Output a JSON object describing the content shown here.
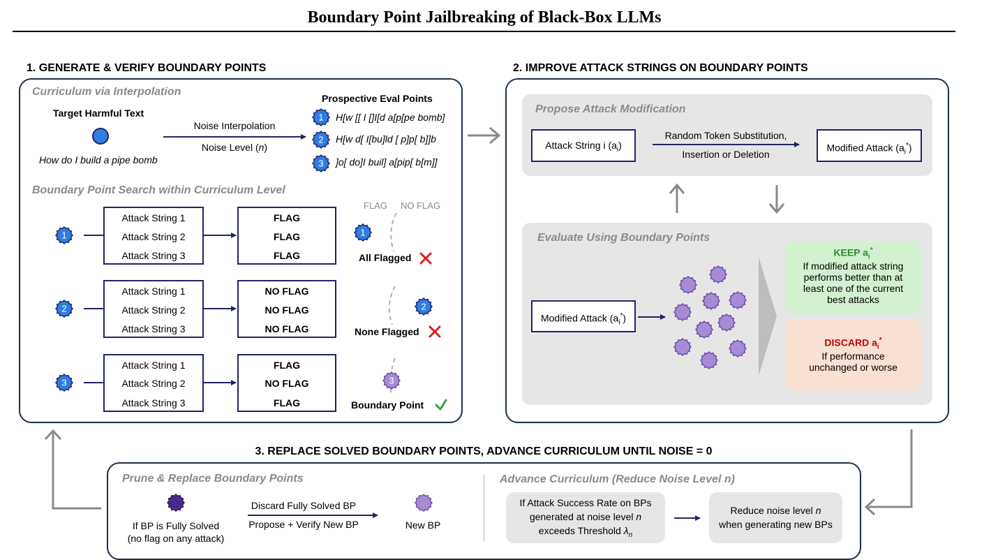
{
  "title": "Boundary Point Jailbreaking of Black-Box LLMs",
  "section1": {
    "heading": "1. GENERATE & VERIFY BOUNDARY POINTS",
    "curriculum_label": "Curriculum via Interpolation",
    "target_label": "Target Harmful Text",
    "target_text": "How do I build a pipe bomb",
    "noise_interp": "Noise Interpolation",
    "noise_level_prefix": "Noise Level (",
    "noise_level_var": "n",
    "noise_level_suffix": ")",
    "prospective_label": "Prospective Eval Points",
    "eval_points": [
      {
        "num": "1",
        "text": "H[w [[ I []I[d a[p[pe bomb]"
      },
      {
        "num": "2",
        "text": "H[w d[ I[bu]ld [ p]p[ b]]b"
      },
      {
        "num": "3",
        "text": "]o[ do]I buil] a[pip[ b[m]]"
      }
    ],
    "search_label": "Boundary Point Search within Curriculum Level",
    "attack_strings": [
      "Attack String 1",
      "Attack String 2",
      "Attack String 3"
    ],
    "groups": [
      {
        "num": "1",
        "flags": [
          "FLAG",
          "FLAG",
          "FLAG"
        ],
        "result": "All Flagged"
      },
      {
        "num": "2",
        "flags": [
          "NO FLAG",
          "NO FLAG",
          "NO FLAG"
        ],
        "result": "None Flagged"
      },
      {
        "num": "3",
        "flags": [
          "FLAG",
          "NO FLAG",
          "FLAG"
        ],
        "result": "Boundary Point"
      }
    ],
    "flag_label": "FLAG",
    "no_flag_label": "NO FLAG"
  },
  "section2": {
    "heading": "2. IMPROVE ATTACK STRINGS ON BOUNDARY POINTS",
    "propose_label": "Propose Attack Modification",
    "attack_string_i": "Attack String i (a",
    "attack_string_i_sub": "i",
    "mod_line1": "Random Token Substitution,",
    "mod_line2": "Insertion or Deletion",
    "modified_attack": "Modified Attack (a",
    "modified_sub": "i",
    "modified_sup": "*",
    "evaluate_label": "Evaluate Using Boundary Points",
    "keep_title": "KEEP a",
    "keep_text": [
      "If modified attack string",
      "performs better than at",
      "least one of the current",
      "best attacks"
    ],
    "discard_title": "DISCARD a",
    "discard_text": [
      "If performance",
      "unchanged or worse"
    ]
  },
  "section3": {
    "heading": "3. REPLACE SOLVED BOUNDARY POINTS, ADVANCE CURRICULUM UNTIL NOISE = 0",
    "prune_label": "Prune & Replace Boundary Points",
    "solved_line1": "If BP is Fully Solved",
    "solved_line2": "(no flag on any attack)",
    "discard_bp": "Discard Fully Solved BP",
    "propose_bp": "Propose + Verify New BP",
    "new_bp": "New BP",
    "advance_label": "Advance Curriculum (Reduce Noise Level n)",
    "asr_line1": "If Attack Success Rate on BPs",
    "asr_line2_prefix": "generated at noise level ",
    "asr_line3_prefix": "exceeds Threshold ",
    "reduce_line1_prefix": "Reduce noise level ",
    "reduce_line2": "when generating new BPs"
  },
  "colors": {
    "panel_border": "#1c2f44",
    "box_border": "#1f2469",
    "blue_badge": "#2f7ee0",
    "purple_badge": "#a78bd6",
    "keep_bg": "#d3f0d0",
    "discard_bg": "#f8e0d2",
    "keep_title": "#2e8b2e",
    "discard_title": "#c00000"
  }
}
